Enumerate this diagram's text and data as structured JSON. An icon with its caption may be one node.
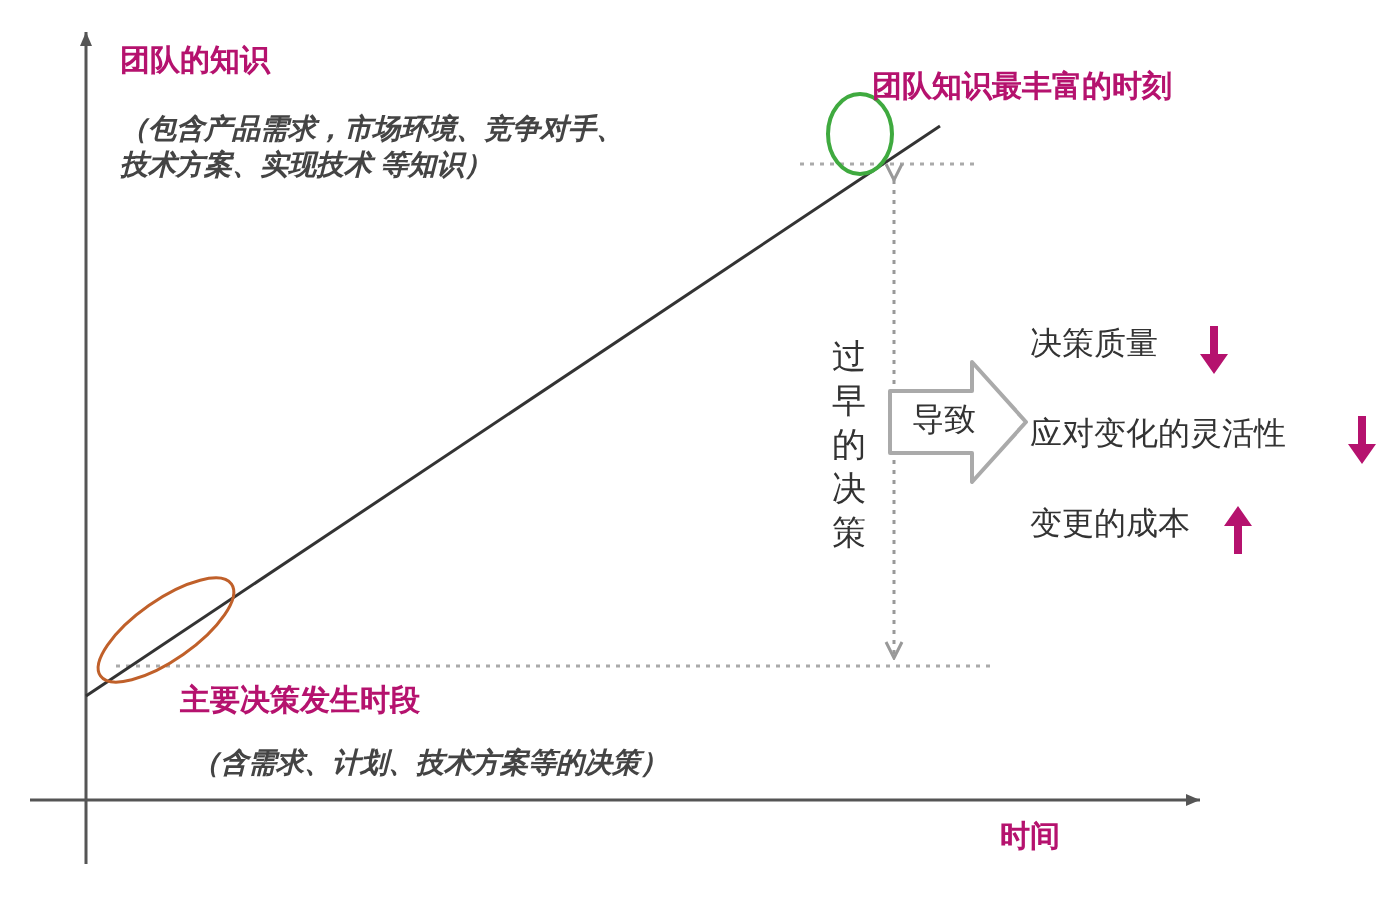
{
  "diagram": {
    "nodes": [
      {
        "text": [
          "导致"
        ]
      }
    ],
    "edges": [],
    "labels": [
      "团队的知识",
      "（包含产品需求，市场环境、竞争对手、技术方案、实现技术 等知识）",
      "团队知识最丰富的时刻",
      "过早的决策",
      "决策质量",
      "应对变化的灵活性",
      "变更的成本",
      "主要决策发生时段",
      "（含需求、计划、技术方案等的决策）",
      "时间"
    ]
  }
}
